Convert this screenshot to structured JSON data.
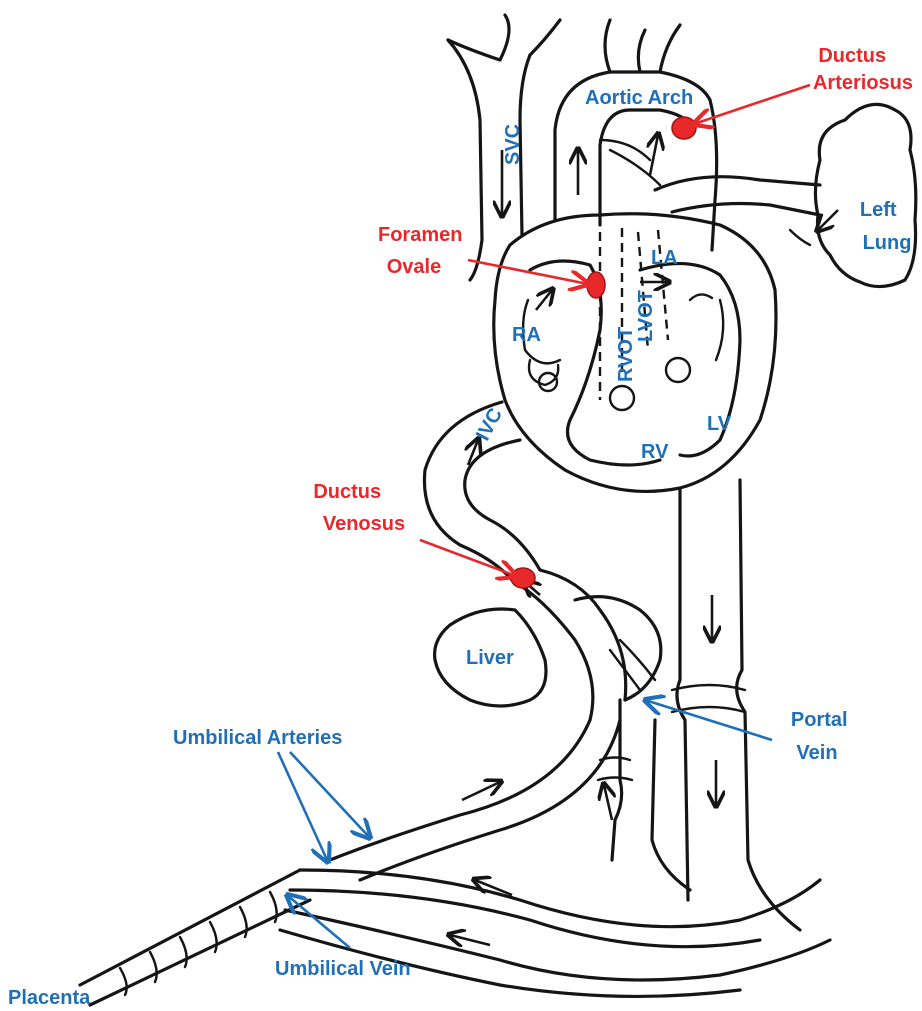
{
  "labels": {
    "ductus_arteriosus": [
      "Ductus",
      "Arteriosus"
    ],
    "aortic_arch": "Aortic Arch",
    "svc": "SVC",
    "left_lung": [
      "Left",
      "Lung"
    ],
    "foramen_ovale": [
      "Foramen",
      "Ovale"
    ],
    "la": "LA",
    "ra": "RA",
    "rvot": "RVOT",
    "lvot": "LVOT",
    "lv": "LV",
    "rv": "RV",
    "ivc": "IVC",
    "ductus_venosus": [
      "Ductus",
      "Venosus"
    ],
    "liver": "Liver",
    "portal_vein": [
      "Portal",
      "Vein"
    ],
    "umbilical_arteries": "Umbilical Arteries",
    "umbilical_vein": "Umbilical Vein",
    "placenta": "Placenta"
  },
  "colors": {
    "structure_label": "#1f6fb9",
    "shunt_label": "#e8282b",
    "shunt_marker": "#e8282b",
    "line": "#151515"
  },
  "markers": [
    "ductus-arteriosus-marker",
    "foramen-ovale-marker",
    "ductus-venosus-marker"
  ]
}
